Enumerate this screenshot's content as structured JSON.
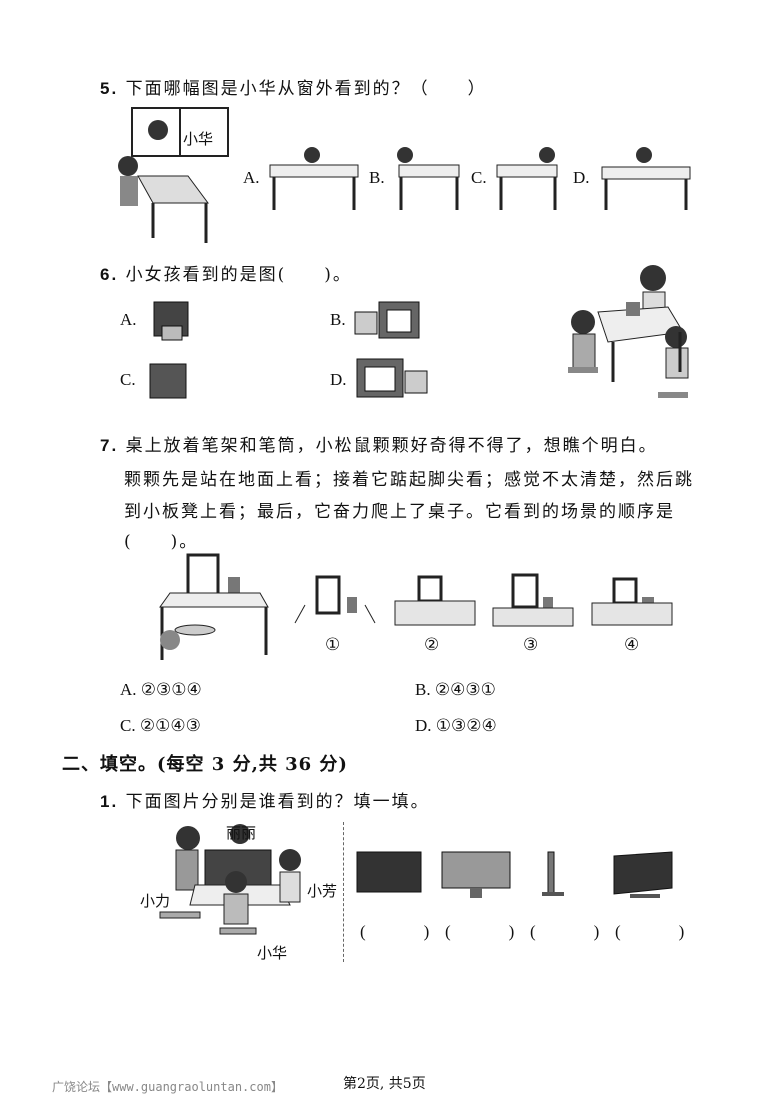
{
  "q5": {
    "number": "5.",
    "text": "下面哪幅图是小华从窗外看到的？（　　）",
    "window_label": "小华",
    "options": [
      "A.",
      "B.",
      "C.",
      "D."
    ]
  },
  "q6": {
    "number": "6.",
    "text": "小女孩看到的是图(　　)。",
    "options": [
      "A.",
      "B.",
      "C.",
      "D."
    ]
  },
  "q7": {
    "number": "7.",
    "lines": [
      "桌上放着笔架和笔筒，小松鼠颗颗好奇得不得了，想瞧个明白。",
      "颗颗先是站在地面上看；接着它踮起脚尖看；感觉不太清楚，然后跳",
      "到小板凳上看；最后，它奋力爬上了桌子。它看到的场景的顺序是",
      "(　　)。"
    ],
    "scene_labels": [
      "①",
      "②",
      "③",
      "④"
    ],
    "options": [
      {
        "label": "A.",
        "value": "②③①④"
      },
      {
        "label": "B.",
        "value": "②④③①"
      },
      {
        "label": "C.",
        "value": "②①④③"
      },
      {
        "label": "D.",
        "value": "①③②④"
      }
    ]
  },
  "section2": {
    "title": "二、填空。(每空 3 分,共 36 分)",
    "q1": {
      "number": "1.",
      "text": "下面图片分别是谁看到的？填一填。",
      "names": [
        "丽丽",
        "小力",
        "小芳",
        "小华"
      ],
      "blanks": [
        "(　　)",
        "(　　)",
        "(　　)",
        "(　　)"
      ]
    }
  },
  "footer": {
    "page": "第2页, 共5页",
    "watermark": "广饶论坛【www.guangraoluntan.com】"
  }
}
